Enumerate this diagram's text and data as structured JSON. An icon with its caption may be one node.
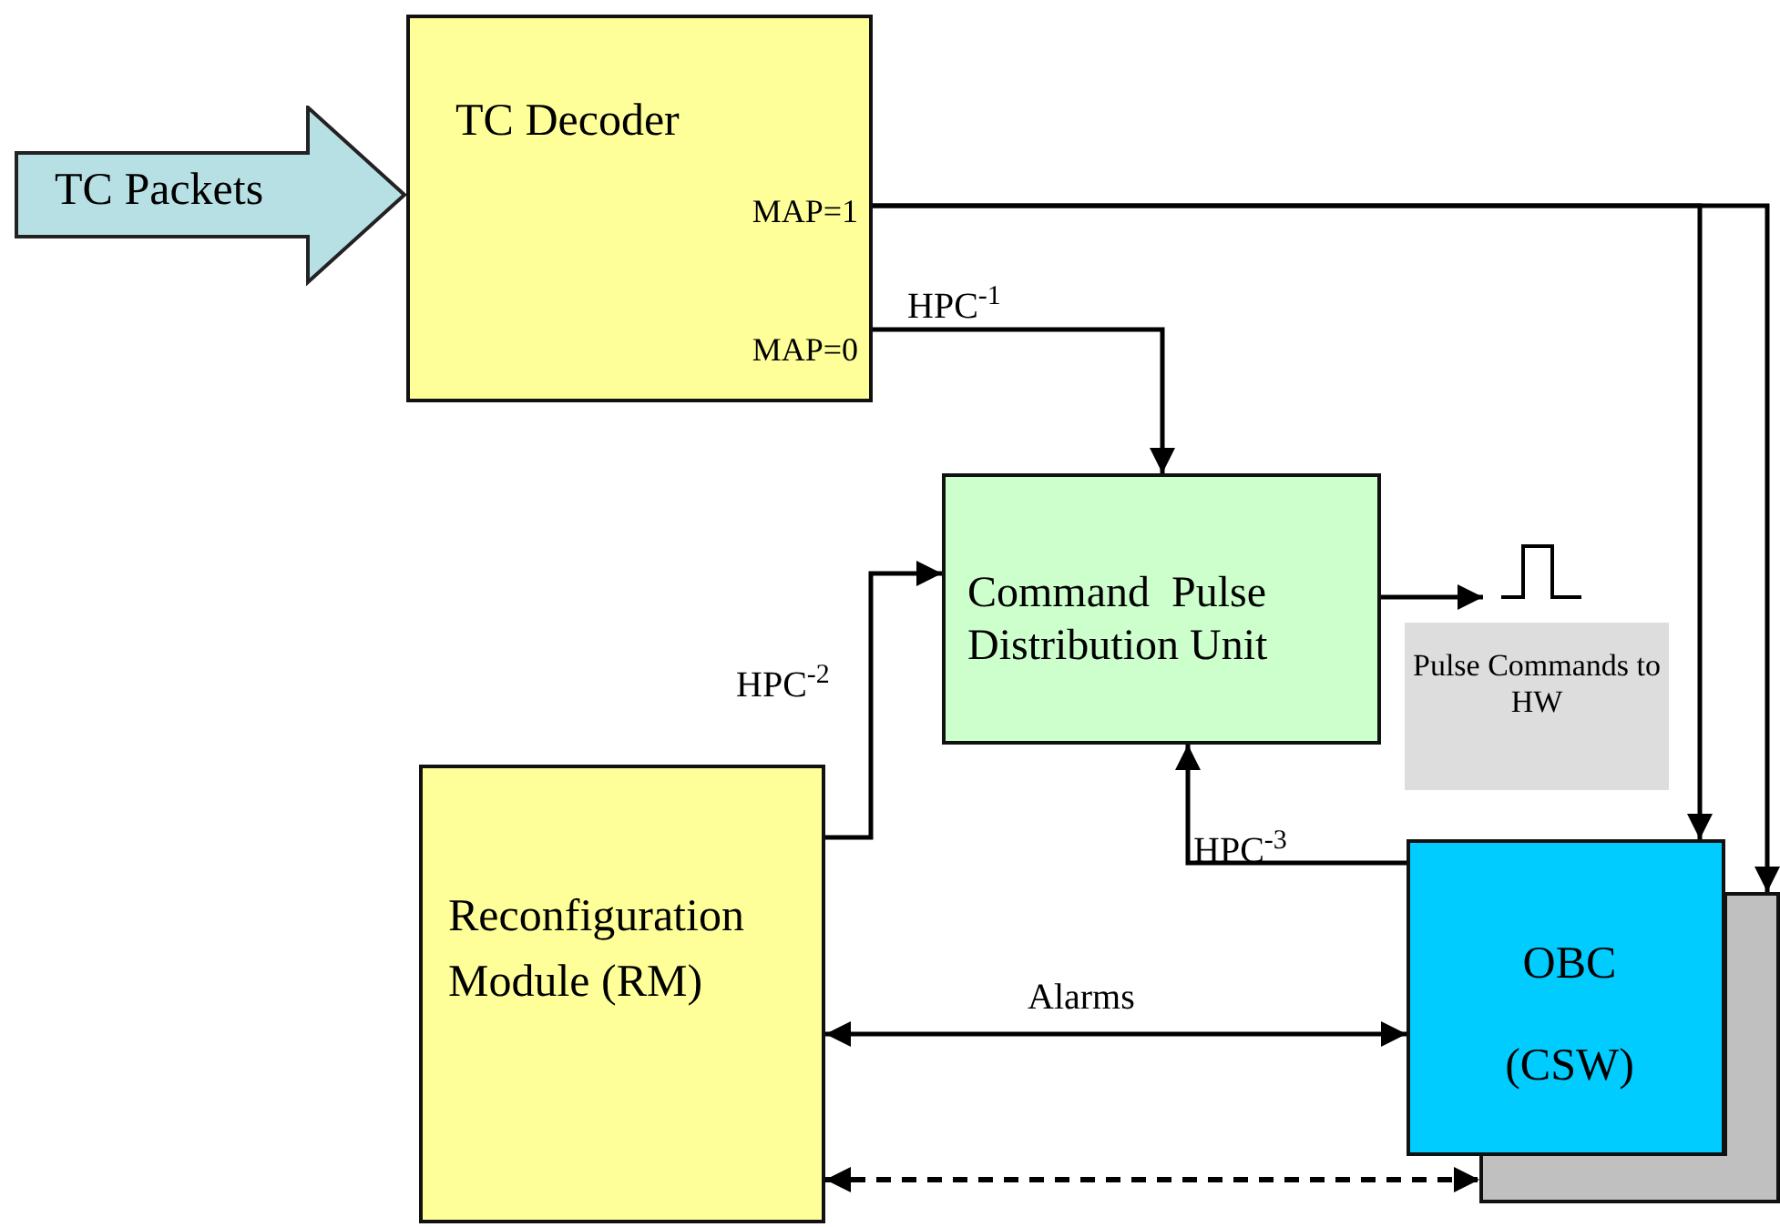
{
  "diagram": {
    "nodes": [
      {
        "text": [
          "TC Packets"
        ]
      },
      {
        "text": [
          "TC Decoder",
          "MAP=1",
          "MAP=0"
        ]
      },
      {
        "text": [
          "Command  Pulse Distribution Unit"
        ]
      },
      {
        "text": [],
        "shape": "picture"
      },
      {
        "text": [
          "Pulse Commands to HW"
        ]
      },
      {
        "text": [
          "Reconfiguration Module (RM)"
        ]
      },
      {
        "text": [
          "OBC",
          "(CSW)"
        ]
      },
      {
        "text": [],
        "shape": "box"
      },
      {
        "text": [],
        "shape": "bar"
      }
    ],
    "edges": [
      {
        "from": 1,
        "to": 6,
        "arrow": "to"
      },
      {
        "from": 1,
        "to": 7,
        "arrow": "to"
      },
      {
        "from": 1,
        "to": 2,
        "arrow": "to",
        "label": "HPC$^{-1}$"
      },
      {
        "from": 5,
        "to": 2,
        "arrow": "to",
        "label": "HPC$^{-2}$"
      },
      {
        "from": 6,
        "to": 2,
        "arrow": "to",
        "label": "HPC$^{-3}$"
      },
      {
        "from": 5,
        "to": 6,
        "arrow": "both",
        "label": "Alarms"
      },
      {
        "from": 5,
        "to": 8,
        "arrow": "both",
        "style": "dashed"
      },
      {
        "from": 2,
        "to": 3,
        "arrow": "to"
      }
    ]
  }
}
